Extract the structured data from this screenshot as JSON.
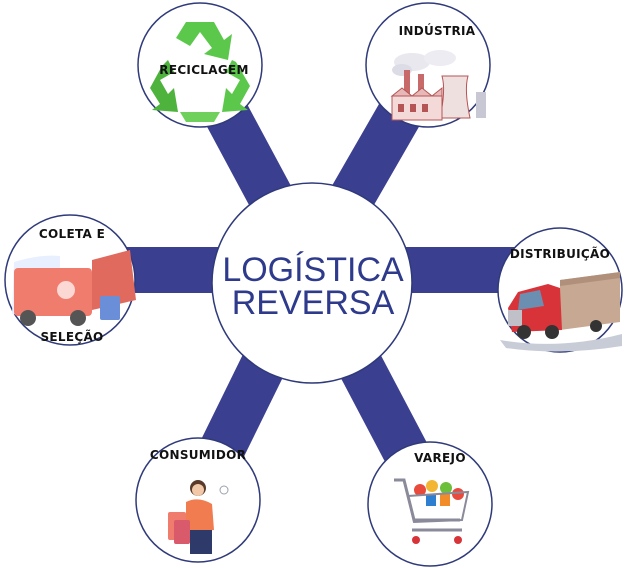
{
  "diagram": {
    "center": {
      "line1": "LOGÍSTICA",
      "line2": "REVERSA"
    },
    "nodes": [
      {
        "id": "reciclagem",
        "label": "RECICLAGEM",
        "icon": "recycle-icon"
      },
      {
        "id": "industria",
        "label": "INDÚSTRIA",
        "icon": "factory-icon"
      },
      {
        "id": "distribuicao",
        "label": "DISTRIBUIÇÃO",
        "icon": "truck-icon"
      },
      {
        "id": "varejo",
        "label": "VAREJO",
        "icon": "shopping-cart-icon"
      },
      {
        "id": "consumidor",
        "label": "CONSUMIDOR",
        "icon": "shopper-icon"
      },
      {
        "id": "coleta",
        "label_line1": "COLETA E",
        "label_line2": "SELEÇÃO",
        "icon": "garbage-truck-icon"
      }
    ]
  },
  "colors": {
    "spoke": "#3b3f8f",
    "circle_border": "#2f3a7a",
    "center_text": "#2e3a8c",
    "recycle_green": "#5cc84b",
    "truck_red": "#d9333a",
    "garbage_truck": "#f07c6e"
  }
}
